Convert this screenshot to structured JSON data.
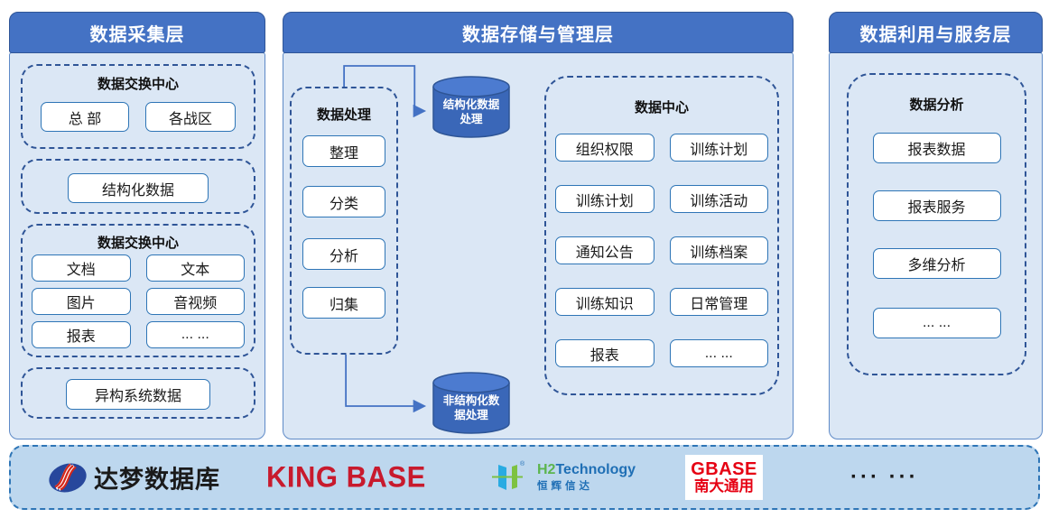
{
  "layers": {
    "collection": {
      "title": "数据采集层",
      "exchange_top": {
        "title": "数据交换中心",
        "boxes": [
          "总  部",
          "各战区"
        ]
      },
      "structured": {
        "box": "结构化数据"
      },
      "exchange_bottom": {
        "title": "数据交换中心",
        "boxes": [
          "文档",
          "文本",
          "图片",
          "音视频",
          "报表",
          "... ..."
        ]
      },
      "heterogeneous": {
        "box": "异构系统数据"
      }
    },
    "storage": {
      "title": "数据存储与管理层",
      "processing": {
        "title": "数据处理",
        "boxes": [
          "整理",
          "分类",
          "分析",
          "归集"
        ]
      },
      "structured_cylinder": {
        "line1": "结构化数据",
        "line2": "处理"
      },
      "unstructured_cylinder": {
        "line1": "非结构化数",
        "line2": "据处理"
      },
      "datacenter": {
        "title": "数据中心",
        "boxes": [
          "组织权限",
          "训练计划",
          "训练计划",
          "训练活动",
          "通知公告",
          "训练档案",
          "训练知识",
          "日常管理",
          "报表",
          "... ..."
        ]
      }
    },
    "service": {
      "title": "数据利用与服务层",
      "analysis": {
        "title": "数据分析",
        "boxes": [
          "报表数据",
          "报表服务",
          "多维分析",
          "... ..."
        ]
      }
    }
  },
  "vendors": {
    "dm": {
      "name": "达梦数据库"
    },
    "kingbase": {
      "name": "KING BASE"
    },
    "h2": {
      "h2": "H2",
      "tech": "Technology",
      "reg": "®",
      "sub": "恒辉信达"
    },
    "gbase": {
      "line1": "GBASE",
      "line2": "南大通用"
    },
    "more": "··· ···"
  },
  "colors": {
    "header_blue": "#4472C4",
    "panel_blue": "#DBE7F5",
    "dashed_border": "#2F5597",
    "box_border": "#2E75B6",
    "cylinder_body": "#3A67B8",
    "cylinder_top": "#4C7BD0",
    "connector": "#4472C4",
    "bottom_bar": "#BDD7EE",
    "kingbase_red": "#C81A2D",
    "gbase_red": "#E60012",
    "h2_green": "#5CB54E",
    "h2_blue": "#1F6FB5"
  }
}
